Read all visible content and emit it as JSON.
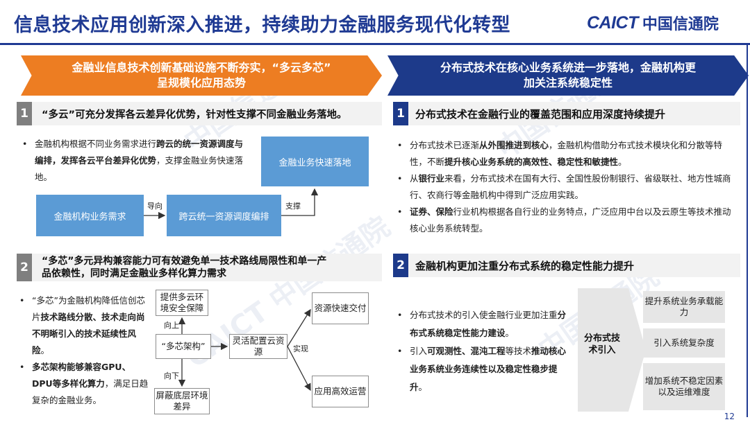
{
  "header": {
    "title": "信息技术应用创新深入推进，持续助力金融服务现代化转型",
    "logo_en": "CAICT",
    "logo_cn": "中国信通院"
  },
  "left": {
    "banner": [
      "金融业信息技术创新基础设施不断夯实，“多云多芯”",
      "呈规模化应用态势"
    ],
    "sec1": {
      "num": "1",
      "title": "“多云”可充分发挥各云差异化优势，针对性支撑不同金融业务落地。",
      "bullet": {
        "a": "金融机构根据不同业务需求进行",
        "b": "跨云的统一资源调度与编排，发挥各云平台差异化优势",
        "c": "，支撑金融业务快速落地。"
      },
      "flow": {
        "need": "金融机构业务需求",
        "guide": "导向",
        "schedule": "跨云统一资源调度编排",
        "support": "支撑",
        "landing": "金融业务快速落地"
      }
    },
    "sec2": {
      "num": "2",
      "title_line1": "“多芯”多元异构兼容能力可有效避免单一技术路线局限性和单一产",
      "title_line2": "品依赖性，同时满足金融业多样化算力需求",
      "bullet1": {
        "a": "“多芯”为金融机构降低信创芯片",
        "b": "技术路线分散、技术走向尚不明晰引入的技术延续性风险",
        "c": "。"
      },
      "bullet2": {
        "a": "多芯架构能够兼容GPU、DPU等多样化算力",
        "b": "，满足日趋复杂的金融业务。"
      },
      "diagram": {
        "top": "提供多云环境安全保障",
        "up": "向上",
        "center": "“多芯架构”",
        "down": "向下",
        "bottom": "屏蔽底层环境差异",
        "flex": "灵活配置云资源",
        "realize": "实现",
        "fast": "资源快速交付",
        "ops": "应用高效运营"
      }
    }
  },
  "right": {
    "banner": [
      "分布式技术在核心业务系统进一步落地，金融机构更",
      "加关注系统稳定性"
    ],
    "sec1": {
      "num": "1",
      "title": "分布式技术在金融行业的覆盖范围和应用深度持续提升",
      "b1": {
        "a": "分布式技术已逐渐",
        "b": "从外围推进到核心",
        "c": "，金融机构借助分布式技术模块化和分散等特性，不断",
        "d": "提升核心业务系统的高效性、稳定性和敏捷性",
        "e": "。"
      },
      "b2": {
        "a": "从",
        "b": "银行业",
        "c": "来看，分布式技术在国有大行、全国性股份制银行、省级联社、地方性城商行、农商行等金融机构中得到广泛应用实践。"
      },
      "b3": {
        "a": "证券、保险",
        "b": "行业机构根据各自行业的业务特点，广泛应用中台以及云原生等技术推动核心业务系统转型。"
      }
    },
    "sec2": {
      "num": "2",
      "title": "金融机构更加注重分布式系统的稳定性能力提升",
      "b1": {
        "a": "分布式技术的引入使金融行业更加注重",
        "b": "分布式系统稳定性能力建设",
        "c": "。"
      },
      "b2": {
        "a": "引入",
        "b": "可观测性、混沌工程",
        "c": "等技术",
        "d": "推动核心业务系统业务连续性以及稳定性稳步提升",
        "e": "。"
      },
      "center": "分布式技术引入",
      "out1": "提升系统业务承载能力",
      "out2": "引入系统复杂度",
      "out3": "增加系统不稳定因素以及运维难度"
    }
  },
  "page_number": "12",
  "colors": {
    "brand": "#1f3a93",
    "orange": "#ed7d22",
    "navy": "#1d3a8a",
    "box_blue": "#5b9bd5"
  }
}
